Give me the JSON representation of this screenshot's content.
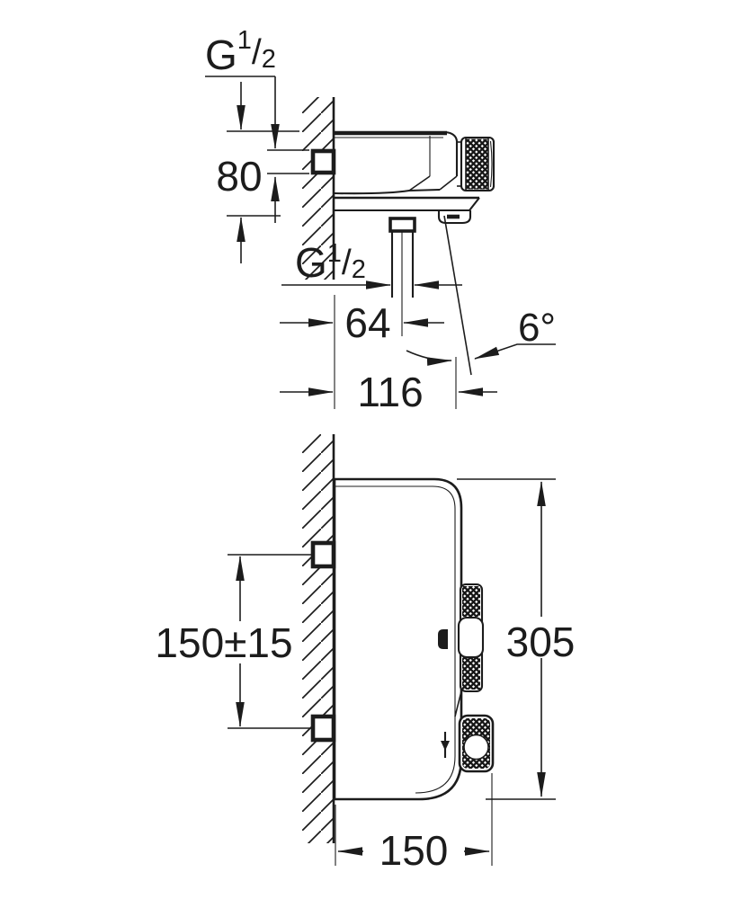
{
  "colors": {
    "line": "#1c1c1c",
    "background": "#ffffff"
  },
  "top_view": {
    "name": "side elevation of wall-mounted thermostatic mixer",
    "thread_label_inlet": {
      "prefix": "G",
      "numerator": "1",
      "slash": "/",
      "denominator": "2"
    },
    "dim_body_height": "80",
    "thread_label_outlet": {
      "prefix": "G",
      "numerator": "1",
      "slash": "/",
      "denominator": "2"
    },
    "dim_outlet_offset": "64",
    "spout_angle": "6°",
    "dim_spout_reach": "116"
  },
  "bottom_view": {
    "name": "front elevation of wall-mounted thermostatic mixer",
    "dim_connection_spacing": "150±15",
    "dim_overall_height": "305",
    "dim_overall_width": "150"
  }
}
